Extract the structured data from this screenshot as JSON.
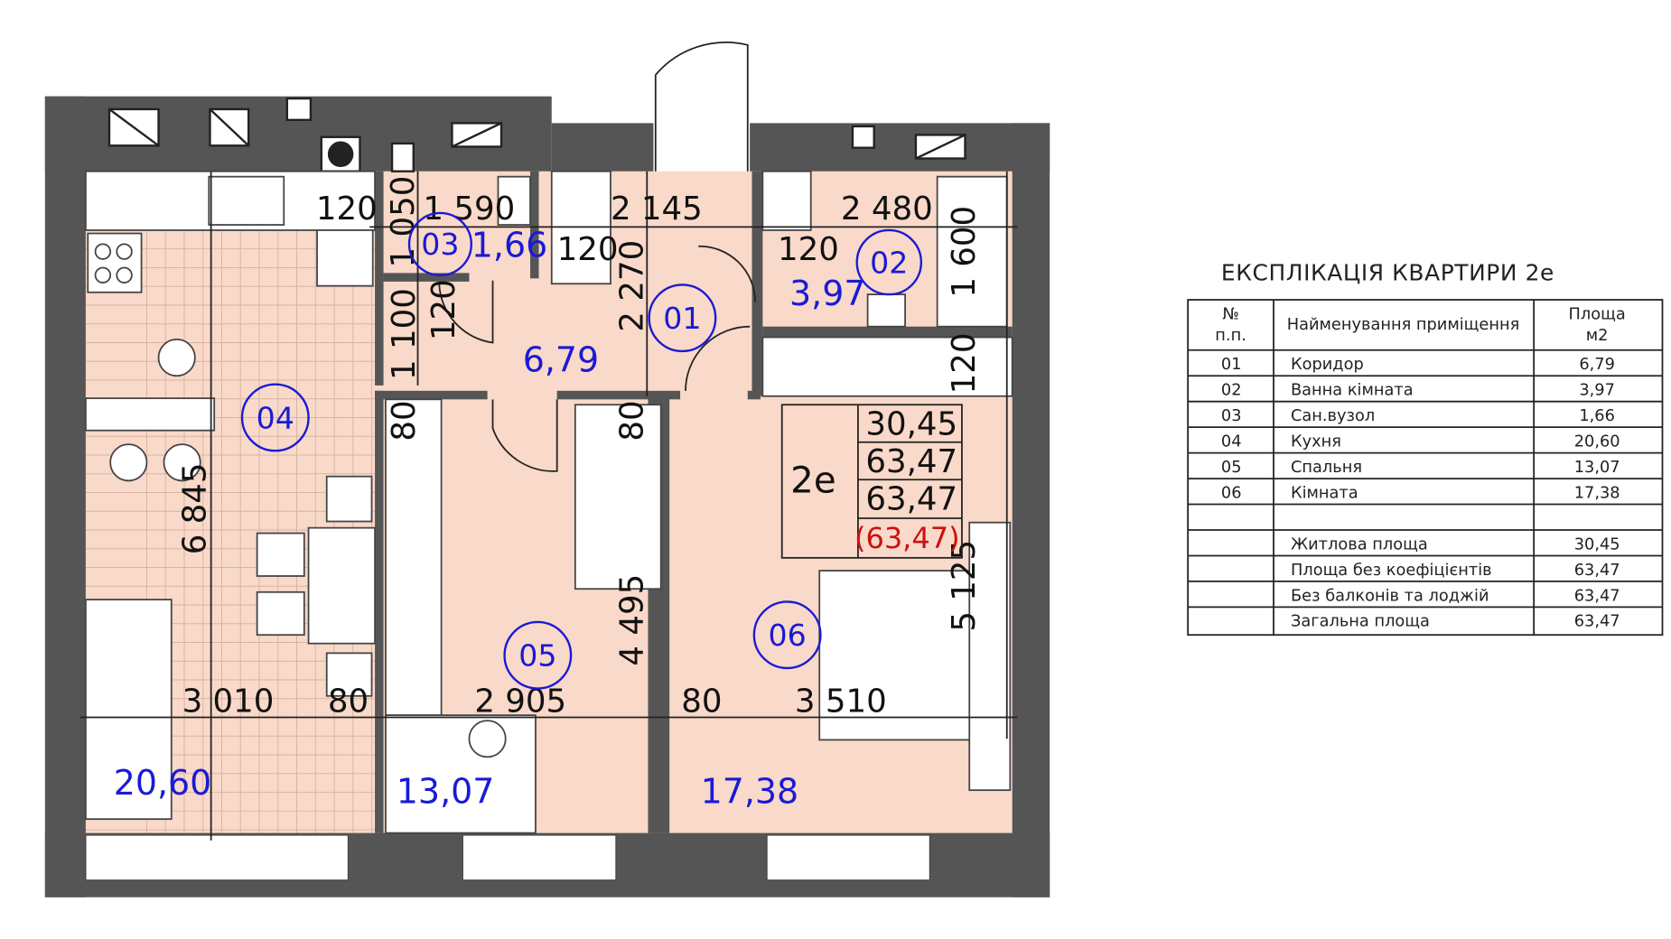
{
  "explication": {
    "title": "ЕКСПЛІКАЦІЯ КВАРТИРИ 2е",
    "headers": {
      "no_line1": "№",
      "no_line2": "п.п.",
      "name": "Найменування приміщення",
      "area_line1": "Площа",
      "area_line2": "м2"
    },
    "rows": [
      {
        "no": "01",
        "name": "Коридор",
        "area": "6,79"
      },
      {
        "no": "02",
        "name": "Ванна кімната",
        "area": "3,97"
      },
      {
        "no": "03",
        "name": "Сан.вузол",
        "area": "1,66"
      },
      {
        "no": "04",
        "name": "Кухня",
        "area": "20,60"
      },
      {
        "no": "05",
        "name": "Спальня",
        "area": "13,07"
      },
      {
        "no": "06",
        "name": "Кімната",
        "area": "17,38"
      }
    ],
    "summary": [
      {
        "name": "Житлова площа",
        "area": "30,45"
      },
      {
        "name": "Площа без коефіцієнтів",
        "area": "63,47"
      },
      {
        "name": "Без балконів та лоджій",
        "area": "63,47"
      },
      {
        "name": "Загальна площа",
        "area": "63,47"
      }
    ]
  },
  "plan": {
    "rooms": [
      {
        "id": "01",
        "area": "6,79"
      },
      {
        "id": "02",
        "area": "3,97"
      },
      {
        "id": "03",
        "area": "1,66"
      },
      {
        "id": "04",
        "area": "20,60"
      },
      {
        "id": "05",
        "area": "13,07"
      },
      {
        "id": "06",
        "area": "17,38"
      }
    ],
    "apartment_box": {
      "label": "2е",
      "values": [
        "30,45",
        "63,47",
        "63,47",
        "(63,47)"
      ]
    },
    "dimensions": [
      "120",
      "1 590",
      "1 050",
      "2 145",
      "2 480",
      "120",
      "2 270",
      "120",
      "1 600",
      "1 100",
      "120",
      "120",
      "80",
      "80",
      "6 845",
      "4 495",
      "5 125",
      "3 010",
      "80",
      "2 905",
      "80",
      "3 510"
    ],
    "colors": {
      "floor": "#f9d9c9",
      "walls": "#555555",
      "labels": "#1a1ad6",
      "total_area": "#cc1111"
    }
  }
}
